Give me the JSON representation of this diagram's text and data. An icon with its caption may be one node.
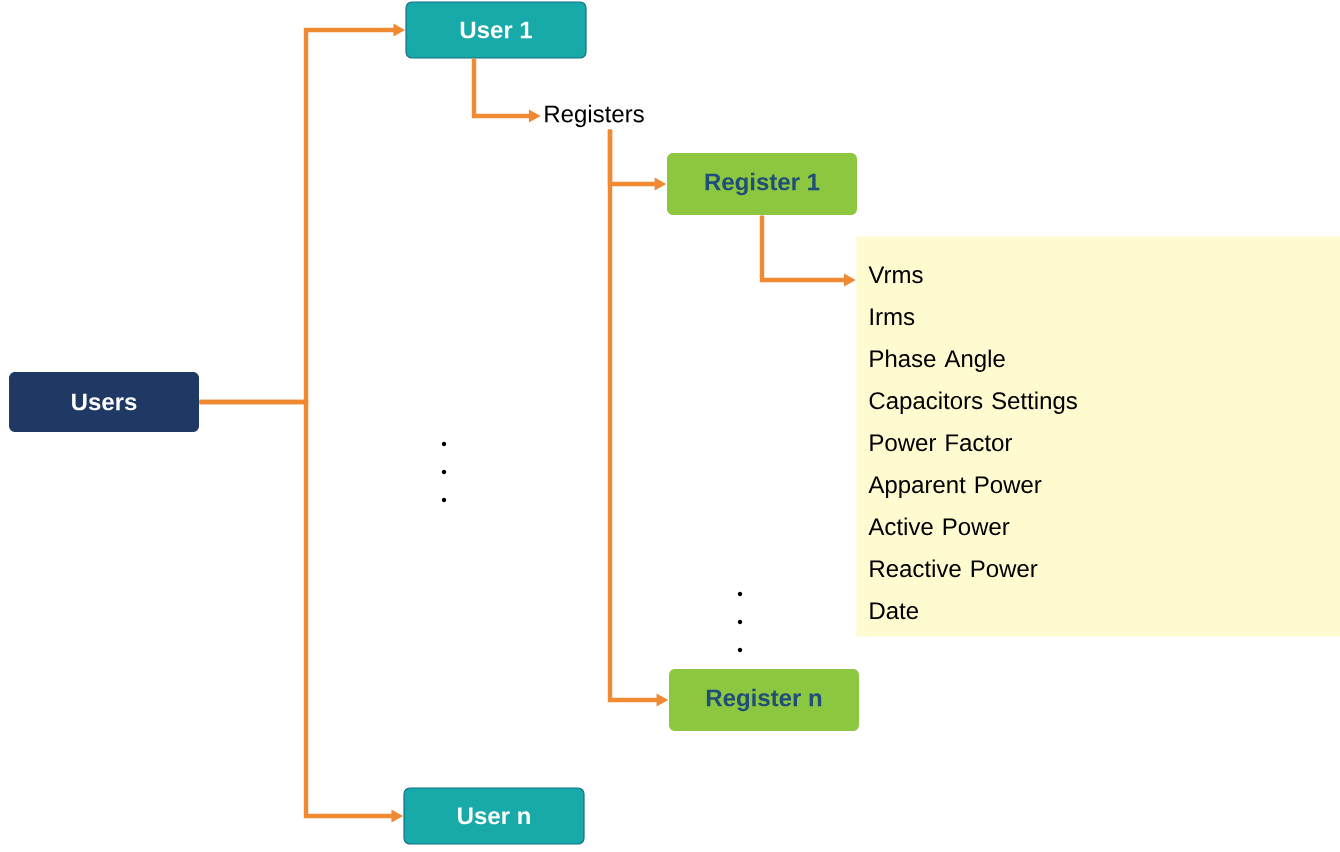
{
  "diagram": {
    "nodes": [
      {
        "text": [
          "Users"
        ]
      },
      {
        "text": [
          "User 1"
        ]
      },
      {
        "text": [
          "Registers"
        ]
      },
      {
        "text": [
          "Register 1"
        ]
      },
      {
        "text": [
          "Vrms",
          "Irms",
          "Phase Angle",
          "Capacitors Settings",
          "Power Factor",
          "Apparent Power",
          "Active Power",
          "Reactive Power",
          "Date"
        ]
      },
      {
        "text": [
          "Register n"
        ]
      },
      {
        "text": [
          "User n"
        ]
      }
    ],
    "edges": [
      {
        "from": 0,
        "to": 1,
        "arrow": "to"
      },
      {
        "from": 0,
        "to": 6,
        "arrow": "to"
      },
      {
        "from": 1,
        "to": 2,
        "arrow": "to"
      },
      {
        "from": 2,
        "to": 3,
        "arrow": "to"
      },
      {
        "from": 2,
        "to": 5,
        "arrow": "to"
      },
      {
        "from": 3,
        "to": 4,
        "arrow": "to"
      }
    ]
  }
}
